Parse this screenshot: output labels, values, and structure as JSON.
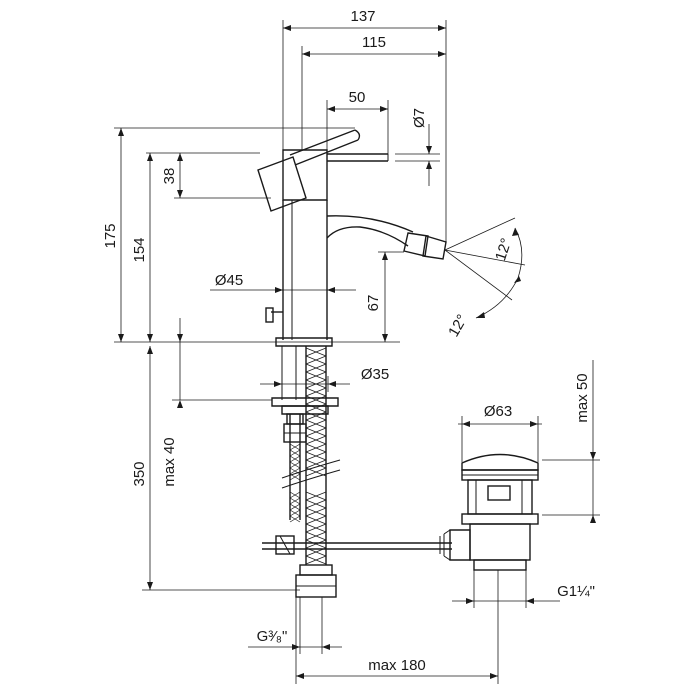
{
  "dimensions": {
    "width_total": "137",
    "width_115": "115",
    "spout_50": "50",
    "dia_7": "Ø7",
    "height_38": "38",
    "height_175": "175",
    "height_154": "154",
    "angle_upper": "12°",
    "angle_lower": "12°",
    "dia_45": "Ø45",
    "height_67": "67",
    "dia_35": "Ø35",
    "dia_63": "Ø63",
    "max_50": "max 50",
    "height_350": "350",
    "max_40": "max 40",
    "thread_g38": "G³⁄₈\"",
    "thread_g114": "G1¼\"",
    "max_180": "max 180"
  }
}
